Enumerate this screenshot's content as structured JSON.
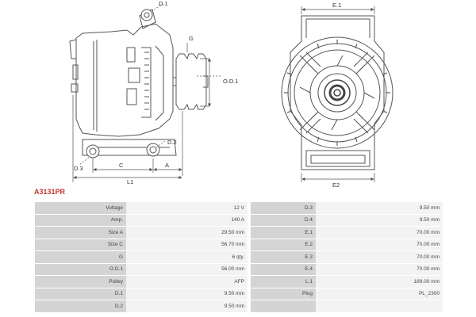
{
  "part_number": "A3131PR",
  "diagram_labels": {
    "d1": "D.1",
    "g": "G",
    "od1": "O.D.1",
    "d2": "D.2",
    "d3": "D.3",
    "c": "C",
    "a": "A",
    "l1": "L1",
    "e1": "E.1",
    "e2": "E2"
  },
  "specs": [
    {
      "label": "Voltage",
      "value": "12 V",
      "label2": "D.3",
      "value2": "9.50 mm"
    },
    {
      "label": "Amp.",
      "value": "140 A",
      "label2": "D.4",
      "value2": "9.50 mm"
    },
    {
      "label": "Size A",
      "value": "29.50 mm",
      "label2": "E.1",
      "value2": "70.00 mm"
    },
    {
      "label": "Size C",
      "value": "56.70 mm",
      "label2": "E.2",
      "value2": "70.00 mm"
    },
    {
      "label": "G",
      "value": "6 qty.",
      "label2": "E.3",
      "value2": "70.00 mm"
    },
    {
      "label": "O.D.1",
      "value": "56.00 mm",
      "label2": "E.4",
      "value2": "70.00 mm"
    },
    {
      "label": "Pulley",
      "value": "AFP",
      "label2": "L.1",
      "value2": "189.00 mm"
    },
    {
      "label": "D.1",
      "value": "9.50 mm",
      "label2": "Plug",
      "value2": "PL_2300"
    },
    {
      "label": "D.2",
      "value": "9.50 mm",
      "label2": "",
      "value2": ""
    }
  ]
}
